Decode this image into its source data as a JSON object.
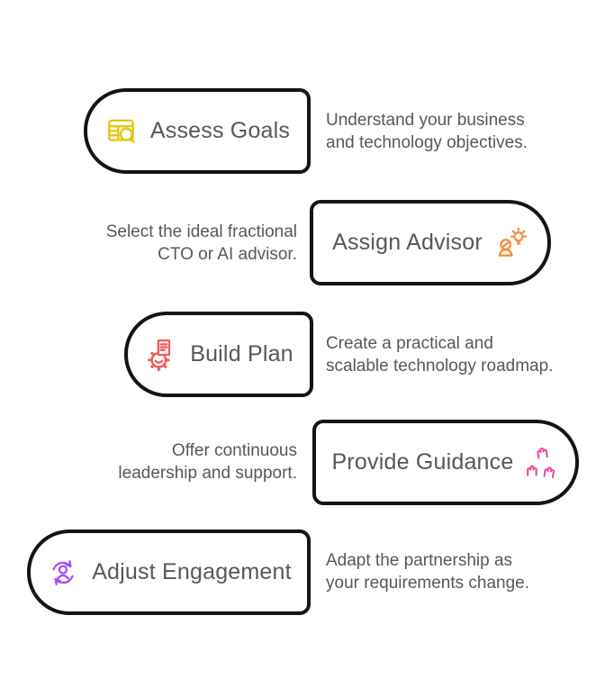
{
  "steps": [
    {
      "label": "Assess Goals",
      "desc_lines": [
        "Understand your business",
        "and technology objectives."
      ],
      "icon": "table-search-icon",
      "color": "#e5c414"
    },
    {
      "label": "Assign Advisor",
      "desc_lines": [
        "Select the ideal fractional",
        "CTO or AI advisor."
      ],
      "icon": "advisor-lightbulb-icon",
      "color": "#ef9245"
    },
    {
      "label": "Build Plan",
      "desc_lines": [
        "Create a practical and",
        "scalable technology roadmap."
      ],
      "icon": "gear-document-icon",
      "color": "#f15c5a"
    },
    {
      "label": "Provide Guidance",
      "desc_lines": [
        "Offer continuous",
        "leadership and support."
      ],
      "icon": "raised-hands-icon",
      "color": "#ef4a9d"
    },
    {
      "label": "Adjust Engagement",
      "desc_lines": [
        "Adapt the partnership as",
        "your requirements change."
      ],
      "icon": "person-refresh-icon",
      "color": "#a94ff2"
    }
  ],
  "style": {
    "outline_color": "#141414",
    "text_color": "#56585b",
    "background": "#ffffff"
  }
}
